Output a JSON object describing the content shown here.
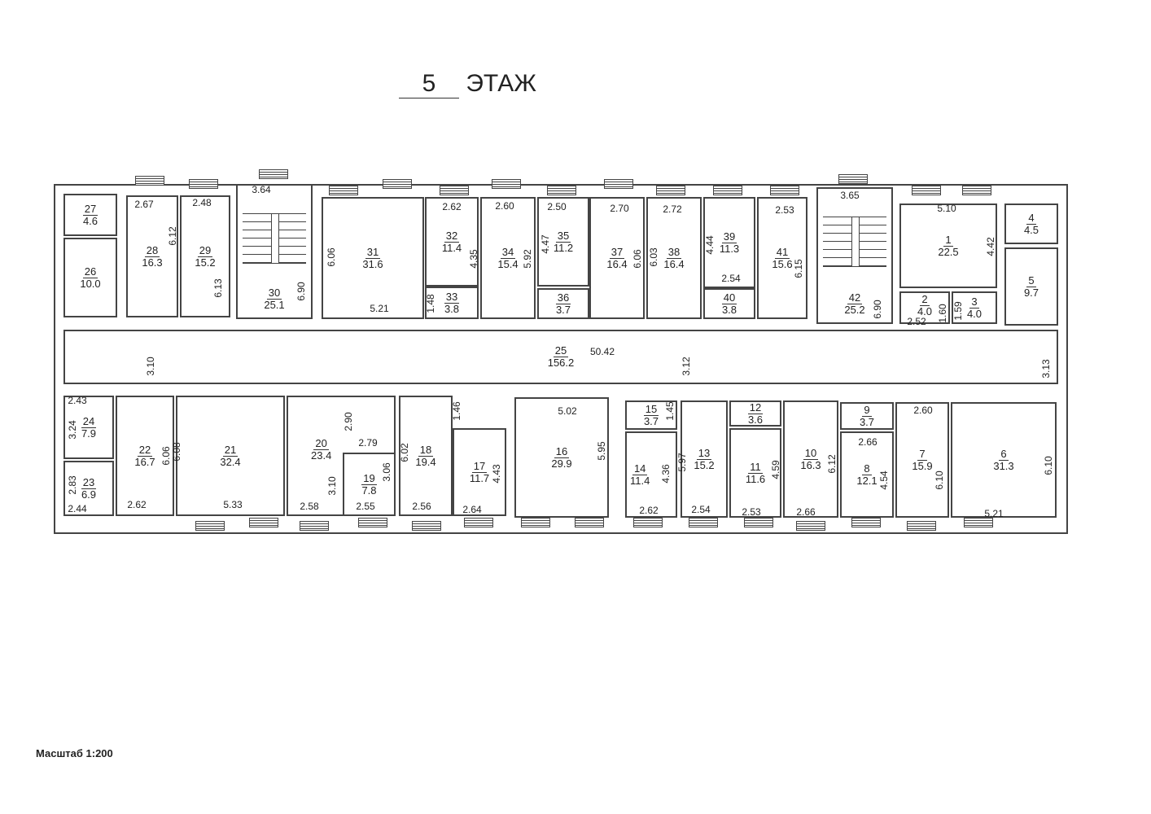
{
  "title": {
    "floor_number": "5",
    "floor_word": "ЭТАЖ"
  },
  "scale_label": "Масштаб 1:200",
  "rooms": [
    {
      "number": "27",
      "area": "4.6"
    },
    {
      "number": "26",
      "area": "10.0"
    },
    {
      "number": "28",
      "area": "16.3"
    },
    {
      "number": "29",
      "area": "15.2"
    },
    {
      "number": "30",
      "area": "25.1"
    },
    {
      "number": "31",
      "area": "31.6"
    },
    {
      "number": "32",
      "area": "11.4"
    },
    {
      "number": "33",
      "area": "3.8"
    },
    {
      "number": "34",
      "area": "15.4"
    },
    {
      "number": "35",
      "area": "11.2"
    },
    {
      "number": "36",
      "area": "3.7"
    },
    {
      "number": "37",
      "area": "16.4"
    },
    {
      "number": "38",
      "area": "16.4"
    },
    {
      "number": "39",
      "area": "11.3"
    },
    {
      "number": "40",
      "area": "3.8"
    },
    {
      "number": "41",
      "area": "15.6"
    },
    {
      "number": "42",
      "area": "25.2"
    },
    {
      "number": "1",
      "area": "22.5"
    },
    {
      "number": "2",
      "area": "4.0"
    },
    {
      "number": "3",
      "area": "4.0"
    },
    {
      "number": "4",
      "area": "4.5"
    },
    {
      "number": "5",
      "area": "9.7"
    },
    {
      "number": "25",
      "area": "156.2"
    },
    {
      "number": "24",
      "area": "7.9"
    },
    {
      "number": "23",
      "area": "6.9"
    },
    {
      "number": "22",
      "area": "16.7"
    },
    {
      "number": "21",
      "area": "32.4"
    },
    {
      "number": "20",
      "area": "23.4"
    },
    {
      "number": "19",
      "area": "7.8"
    },
    {
      "number": "18",
      "area": "19.4"
    },
    {
      "number": "17",
      "area": "11.7"
    },
    {
      "number": "16",
      "area": "29.9"
    },
    {
      "number": "15",
      "area": "3.7"
    },
    {
      "number": "14",
      "area": "11.4"
    },
    {
      "number": "13",
      "area": "15.2"
    },
    {
      "number": "12",
      "area": "3.6"
    },
    {
      "number": "11",
      "area": "11.6"
    },
    {
      "number": "10",
      "area": "16.3"
    },
    {
      "number": "9",
      "area": "3.7"
    },
    {
      "number": "8",
      "area": "12.1"
    },
    {
      "number": "7",
      "area": "15.9"
    },
    {
      "number": "6",
      "area": "31.3"
    }
  ],
  "dimensions": [
    "2.67",
    "2.48",
    "6.12",
    "6.13",
    "3.64",
    "6.90",
    "6.06",
    "5.21",
    "2.62",
    "4.35",
    "1.48",
    "2.60",
    "5.92",
    "2.50",
    "4.47",
    "2.70",
    "6.06",
    "6.03",
    "2.72",
    "4.44",
    "2.54",
    "2.53",
    "6.15",
    "3.65",
    "6.90",
    "5.10",
    "4.42",
    "2.52",
    "1.60",
    "1.59",
    "3.10",
    "50.42",
    "3.12",
    "3.13",
    "2.43",
    "3.24",
    "2.83",
    "2.44",
    "6.06",
    "2.62",
    "6.08",
    "5.33",
    "2.90",
    "2.79",
    "3.10",
    "3.06",
    "2.58",
    "2.55",
    "6.02",
    "1.46",
    "4.43",
    "2.56",
    "2.64",
    "5.02",
    "5.95",
    "1.45",
    "4.36",
    "2.62",
    "5.97",
    "2.54",
    "4.59",
    "2.53",
    "6.12",
    "2.66",
    "2.66",
    "4.54",
    "2.60",
    "6.10",
    "5.21",
    "6.10"
  ]
}
